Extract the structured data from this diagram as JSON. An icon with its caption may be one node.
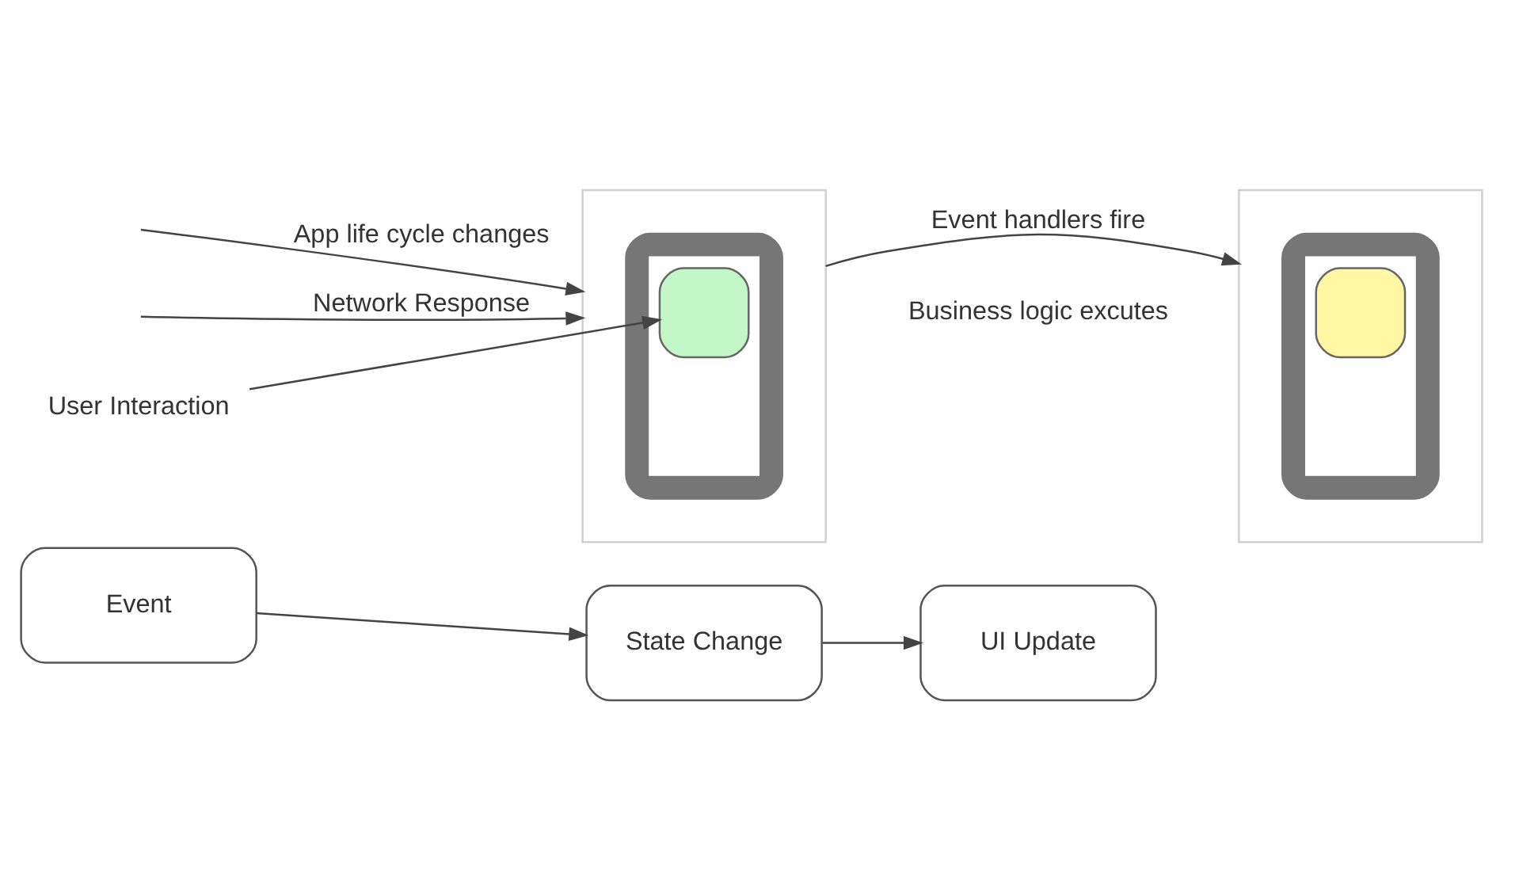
{
  "diagram": {
    "nodes": [
      {
        "text": [],
        "shape": "box"
      },
      {
        "text": [],
        "shape": "phone",
        "in": 0
      },
      {
        "text": [],
        "shape": "box",
        "in": 1
      },
      {
        "text": [],
        "shape": "box",
        "in": 2
      },
      {
        "text": [],
        "shape": "box"
      },
      {
        "text": [],
        "shape": "phone",
        "in": 4
      },
      {
        "text": [],
        "shape": "box",
        "in": 5
      },
      {
        "text": [],
        "shape": "box",
        "in": 6
      },
      {
        "text": [
          "User Interaction"
        ]
      },
      {
        "text": [
          "Event"
        ]
      },
      {
        "text": [
          "State Change"
        ]
      },
      {
        "text": [
          "UI Update"
        ]
      }
    ],
    "edges": [
      {
        "from": null,
        "to": 0,
        "arrow": "to",
        "label": "App life cycle changes"
      },
      {
        "from": null,
        "to": 0,
        "arrow": "to",
        "label": "Network Response"
      },
      {
        "from": 0,
        "to": 4,
        "arrow": "to",
        "label": "Event handlers fire"
      },
      {
        "from": 8,
        "to": 3,
        "arrow": "to"
      },
      {
        "from": 9,
        "to": 10,
        "arrow": "to"
      },
      {
        "from": 10,
        "to": 11,
        "arrow": "to"
      }
    ],
    "labels": [
      "Business logic excutes"
    ]
  }
}
